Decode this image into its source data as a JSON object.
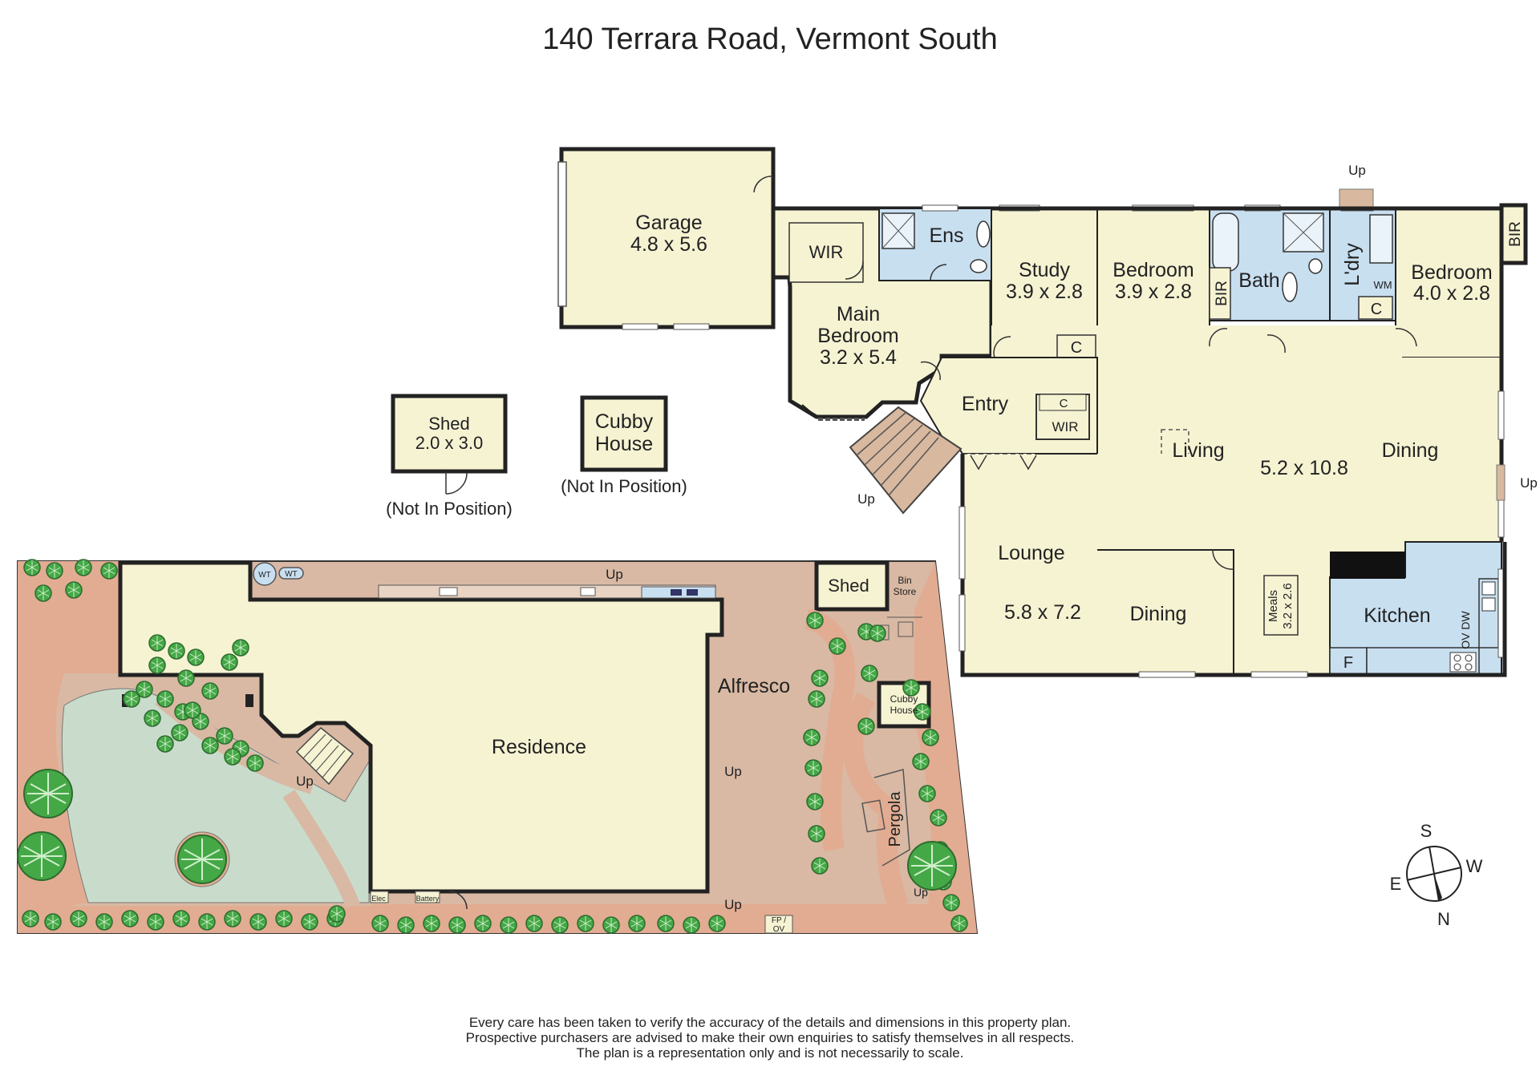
{
  "title": "140 Terrara Road, Vermont South",
  "disclaimer": [
    "Every care has been taken to verify the accuracy of the details and dimensions in this property plan.",
    "Prospective purchasers are advised to make their own enquiries to satisfy themselves in all respects.",
    "The plan is a representation only and is not necessarily to scale."
  ],
  "colors": {
    "room_fill": "#f6f3d3",
    "wet_fill": "#c8dff0",
    "wall": "#222222",
    "site_path": "#d9b9a4",
    "site_border": "#e2ac92",
    "lawn": "#c9dccc",
    "tree": "#45a846"
  },
  "rooms": {
    "garage": {
      "name": "Garage",
      "dims": "4.8 x 5.6"
    },
    "wir_main": {
      "name": "WIR"
    },
    "ens": {
      "name": "Ens"
    },
    "study": {
      "name": "Study",
      "dims": "3.9 x 2.8"
    },
    "bedroom2": {
      "name": "Bedroom",
      "dims": "3.9 x 2.8"
    },
    "bath": {
      "name": "Bath"
    },
    "ldry": {
      "name": "L'dry"
    },
    "wm": "WM",
    "bedroom3": {
      "name": "Bedroom",
      "dims": "4.0 x 2.8"
    },
    "bir_a": "BIR",
    "bir_b": "BIR",
    "main_bedroom": {
      "line1": "Main",
      "line2": "Bedroom",
      "dims": "3.2 x 5.4"
    },
    "entry": {
      "name": "Entry"
    },
    "c_a": "C",
    "c_b": "C",
    "c_c": "C",
    "wir_entry": "WIR",
    "living": {
      "name": "Living"
    },
    "living_dims": "5.2 x 10.8",
    "dining1": {
      "name": "Dining"
    },
    "lounge": {
      "name": "Lounge",
      "dims": "5.8 x 7.2"
    },
    "dining2": {
      "name": "Dining"
    },
    "meals": {
      "name": "Meals",
      "dims": "3.2 x 2.6"
    },
    "kitchen": {
      "name": "Kitchen"
    },
    "fridge": "F",
    "ov_dw": "OV DW",
    "up_ldry": "Up",
    "up_dining": "Up",
    "up_deck": "Up"
  },
  "outbuildings": {
    "shed": {
      "name": "Shed",
      "dims": "2.0 x 3.0",
      "note": "(Not In Position)"
    },
    "cubby": {
      "line1": "Cubby",
      "line2": "House",
      "note": "(Not In Position)"
    }
  },
  "site": {
    "residence": "Residence",
    "alfresco": "Alfresco",
    "shed": "Shed",
    "bin_store": {
      "line1": "Bin",
      "line2": "Store"
    },
    "cubby": {
      "line1": "Cubby",
      "line2": "House"
    },
    "pergola": "Pergola",
    "wt1": "WT",
    "wt2": "WT",
    "elec": "Elec",
    "battery": "Battery",
    "fp_ov": {
      "line1": "FP /",
      "line2": "OV"
    },
    "up_top": "Up",
    "up_steps": "Up",
    "up_alfresco": "Up",
    "up_bottom": "Up",
    "up_pergola": "Up"
  },
  "compass": {
    "s": "S",
    "w": "W",
    "e": "E",
    "n": "N"
  }
}
